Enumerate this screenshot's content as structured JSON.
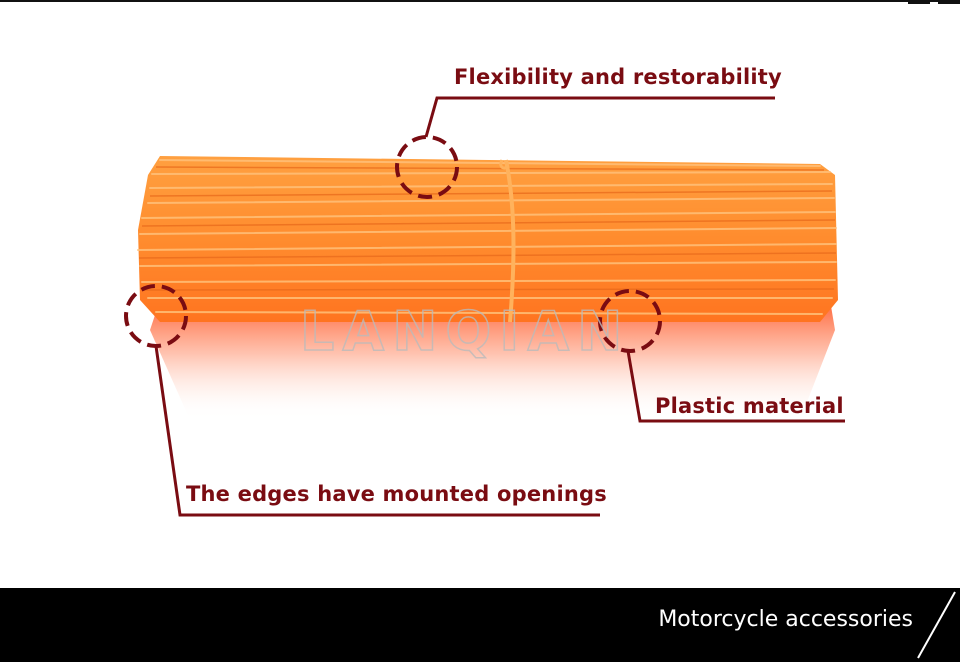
{
  "callouts": {
    "flexibility": "Flexibility and restorability",
    "plastic": "Plastic material",
    "edges": "The edges have mounted openings"
  },
  "watermark": "LANQIAN",
  "footer": {
    "title": "Motorcycle accessories"
  },
  "colors": {
    "accent": "#7a0c12",
    "spoke_orange": "#ff8a2a",
    "footer_bg": "#000000",
    "footer_text": "#ffffff"
  }
}
